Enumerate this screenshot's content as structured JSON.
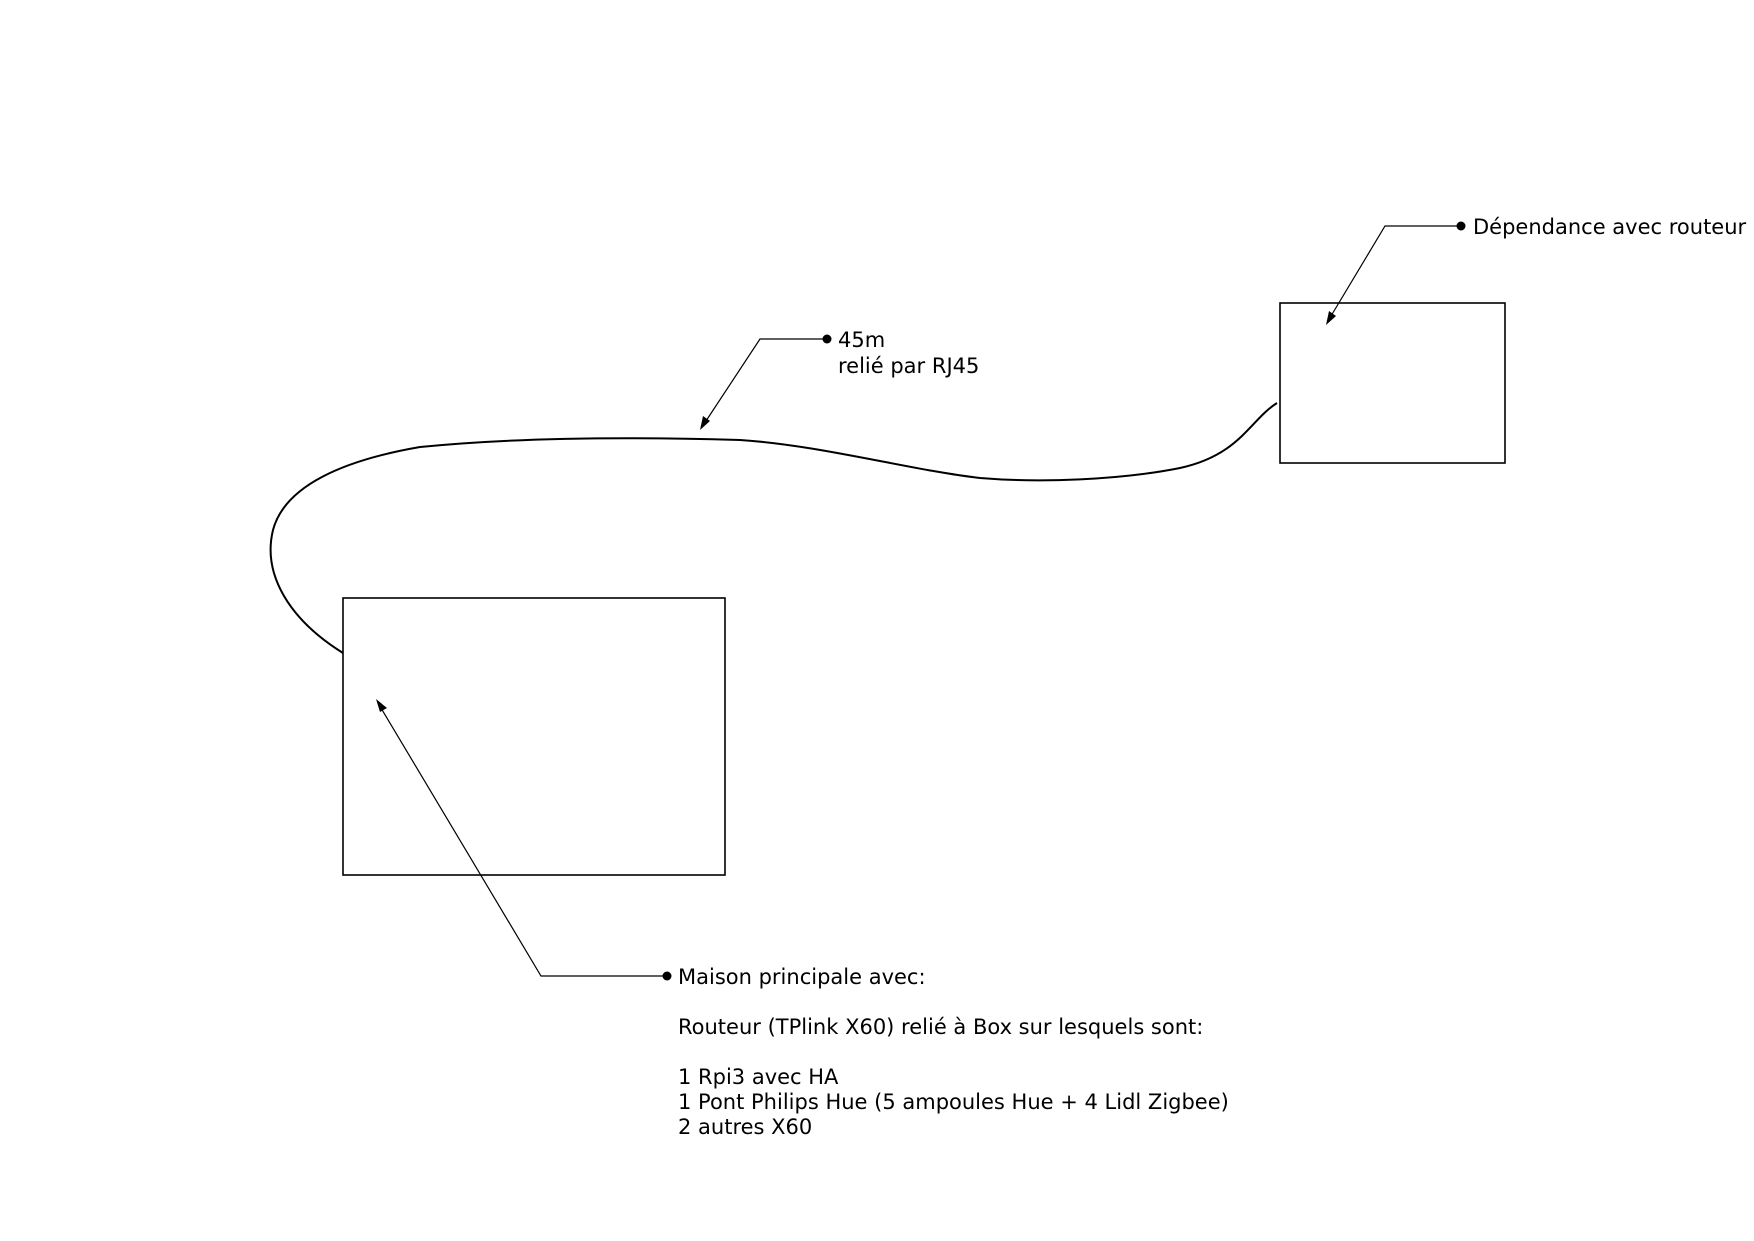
{
  "labels": {
    "cable": {
      "line1": "45m",
      "line2": "relié par RJ45"
    },
    "outbuilding": "Dépendance avec routeur",
    "main_house": {
      "title": "Maison principale avec:",
      "router": "Routeur (TPlink X60) relié à Box sur lesquels sont:",
      "items": [
        "1 Rpi3 avec HA",
        "1 Pont Philips Hue (5 ampoules Hue + 4 Lidl Zigbee)",
        "2 autres X60"
      ]
    }
  }
}
